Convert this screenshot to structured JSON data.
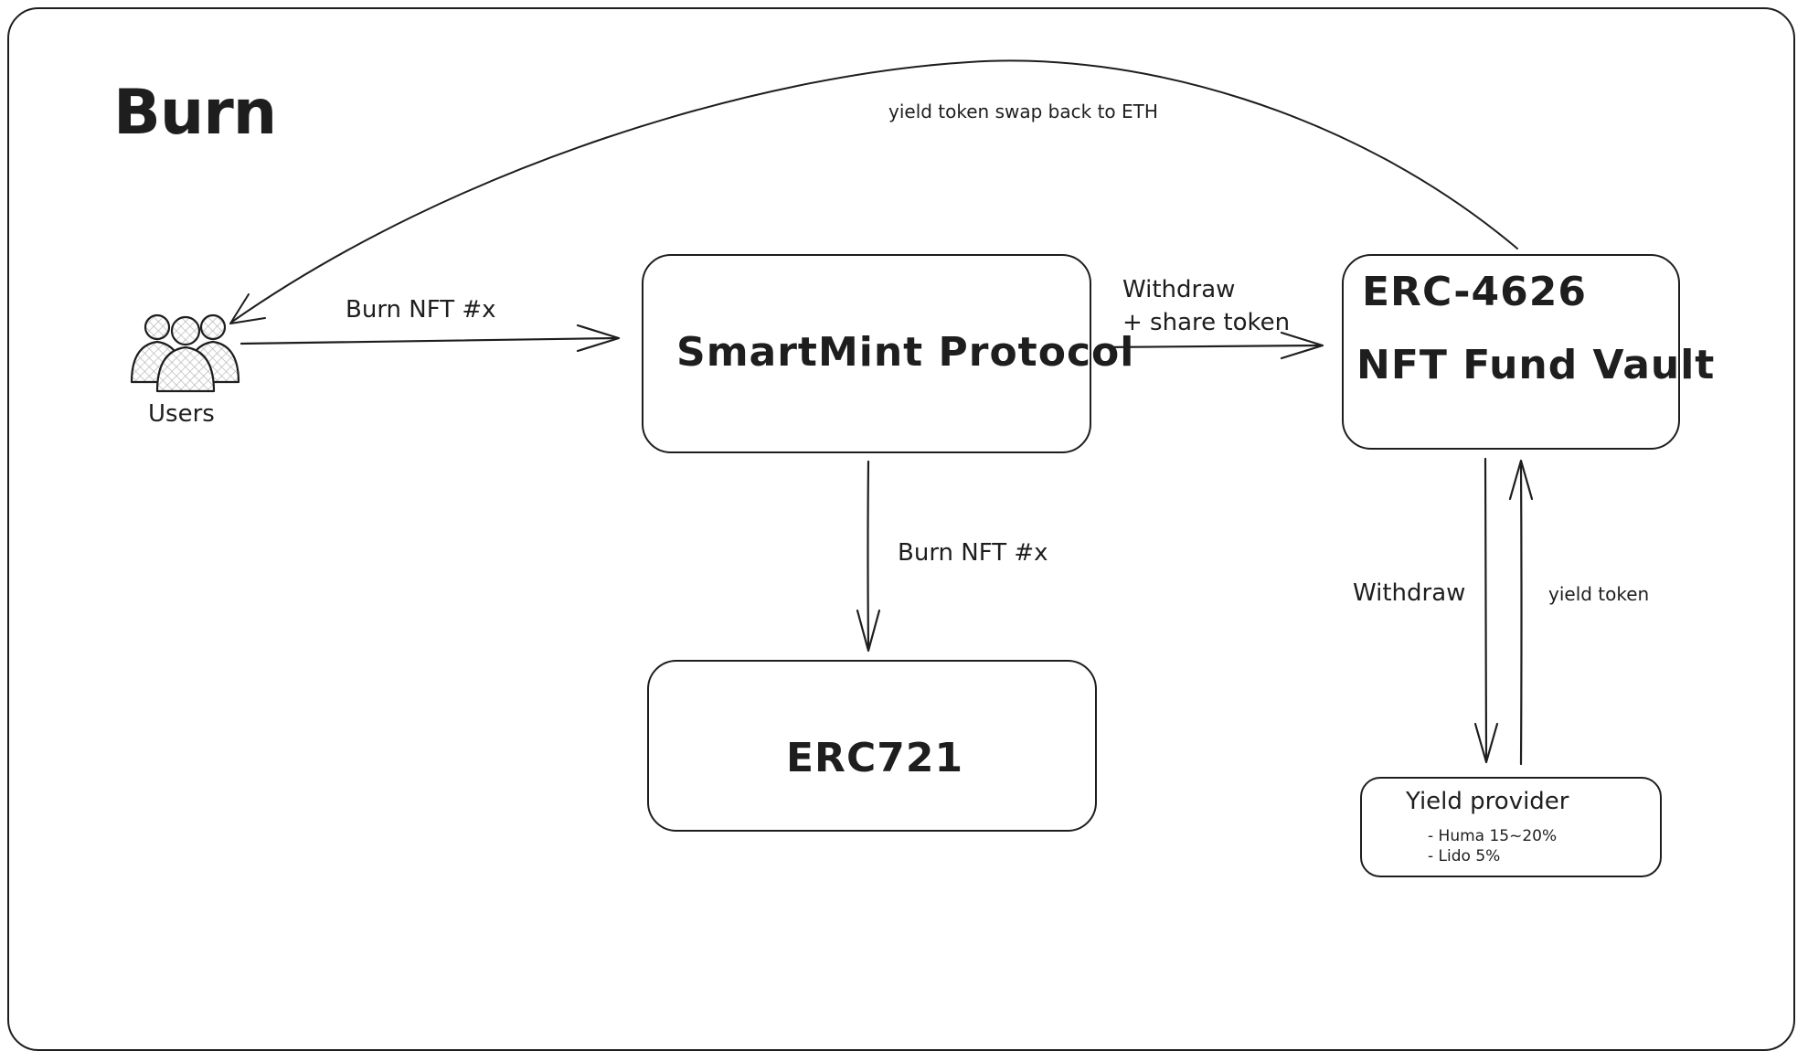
{
  "title": "Burn",
  "nodes": {
    "users": {
      "label": "Users"
    },
    "smartmint": {
      "label": "SmartMint Protocol"
    },
    "erc721": {
      "label": "ERC721"
    },
    "vault": {
      "line1": "ERC-4626",
      "line2": "NFT Fund Vault"
    },
    "yield_provider": {
      "label": "Yield provider",
      "items": [
        "- Huma 15~20%",
        "- Lido 5%"
      ]
    }
  },
  "edges": {
    "users_to_smartmint": "Burn NFT #x",
    "smartmint_to_erc721": "Burn NFT #x",
    "smartmint_to_vault_line1": "Withdraw",
    "smartmint_to_vault_line2": "+ share token",
    "vault_to_yield": "Withdraw",
    "yield_to_vault": "yield token",
    "vault_to_users": "yield token swap back to ETH"
  },
  "colors": {
    "stroke": "#1e1e1e",
    "user_fill": "#d9d9d9",
    "background": "#ffffff"
  }
}
